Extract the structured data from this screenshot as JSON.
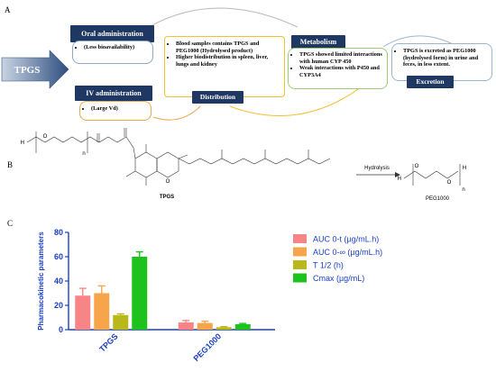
{
  "panel_a": {
    "letter": "A",
    "tpgs_label": "TPGS",
    "oral": {
      "title": "Oral administration",
      "items": [
        "(Less bioavailability)"
      ]
    },
    "iv": {
      "title": "IV administration",
      "items": [
        "(Large Vd)"
      ]
    },
    "distribution": {
      "title": "Distribution",
      "items": [
        "Blood samples contains TPGS and PEG1000 (Hydrolysed product)",
        "Higher biodistribution in spleen, liver, lungs and kidney"
      ]
    },
    "metabolism": {
      "title": "Metabolism",
      "items": [
        "TPGS showed limited interactions with human CYP 450",
        "Weak interactions with P450 and CYP3A4"
      ]
    },
    "excretion": {
      "title": "Excretion",
      "items": [
        "TPGS is excreted as PEG1000 (hydrolysed form) in urine and feces, in less extent."
      ]
    },
    "colors": {
      "navy": "#1f3763",
      "oral_border": "#8fa8c8",
      "iv_border": "#e7a84f",
      "dist_border": "#f2c033",
      "metab_border": "#9ccf6a",
      "excr_border": "#9ab6cf"
    }
  },
  "panel_b": {
    "letter": "B",
    "tpgs_label": "TPGS",
    "peg_label": "PEG1000",
    "arrow_label": "Hydrolysis",
    "atom_h": "H",
    "atom_o": "O",
    "subscript_n": "n"
  },
  "panel_c": {
    "letter": "C"
  },
  "chart_data": {
    "type": "bar",
    "categories": [
      "TPGS",
      "PEG1000"
    ],
    "series": [
      {
        "name": "AUC 0-t (µg/mL.h)",
        "color": "#f88585",
        "values": [
          28,
          6
        ],
        "errors": [
          6,
          1.5
        ]
      },
      {
        "name": "AUC 0-∞ (µg/mL.h)",
        "color": "#f7a54a",
        "values": [
          30,
          5.5
        ],
        "errors": [
          6,
          1.5
        ]
      },
      {
        "name": "T 1/2 (h)",
        "color": "#b8b81a",
        "values": [
          12,
          2
        ],
        "errors": [
          1,
          0.5
        ]
      },
      {
        "name": "Cmax (µg/mL)",
        "color": "#1dc21d",
        "values": [
          60,
          4.5
        ],
        "errors": [
          4,
          0.6
        ]
      }
    ],
    "title": "",
    "xlabel": "",
    "ylabel": "Pharmacokinetic parameters",
    "ylim": [
      0,
      80
    ],
    "yticks": [
      0,
      20,
      40,
      60,
      80
    ],
    "grid": false,
    "legend": "right"
  }
}
